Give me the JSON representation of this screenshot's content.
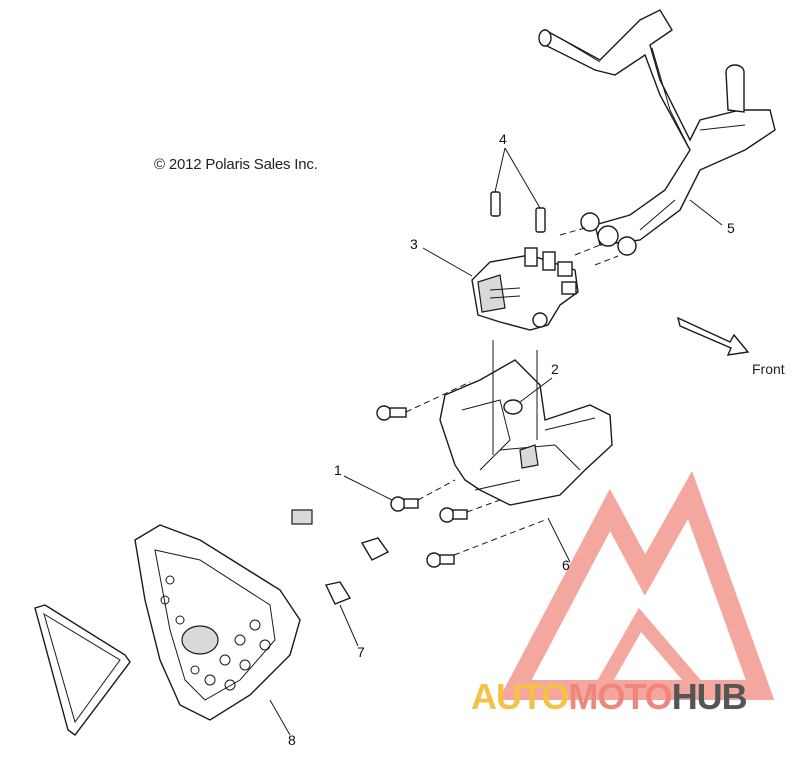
{
  "copyright": "© 2012 Polaris Sales Inc.",
  "direction_label": "Front",
  "callouts": [
    "1",
    "2",
    "3",
    "4",
    "5",
    "6",
    "7",
    "8"
  ],
  "watermark": {
    "part1": "AUTO",
    "part2": "MOTO",
    "part3": "HUB",
    "colors": {
      "auto": "#f5c246",
      "moto": "#f0857b",
      "hub": "#555555",
      "logo": "#f08a80"
    }
  }
}
